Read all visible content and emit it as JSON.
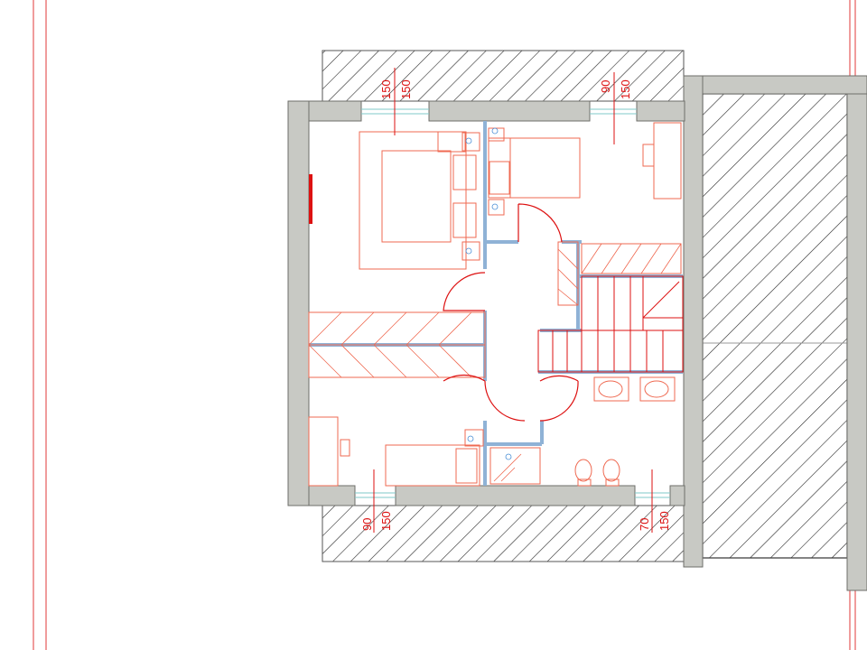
{
  "colors": {
    "wall": "#c8c9c4",
    "wall_edge": "#6e6e6a",
    "hatch": "#2a2a2a",
    "furniture": "#ef6a52",
    "annotation": "#dd1111",
    "partition": "#8fb2d6",
    "reference": "#e23a3a"
  },
  "dimensions": {
    "top_left_a": "150",
    "top_left_b": "150",
    "top_right_a": "90",
    "top_right_b": "150",
    "bottom_left_a": "90",
    "bottom_left_b": "150",
    "bottom_right_a": "70",
    "bottom_right_b": "150"
  }
}
